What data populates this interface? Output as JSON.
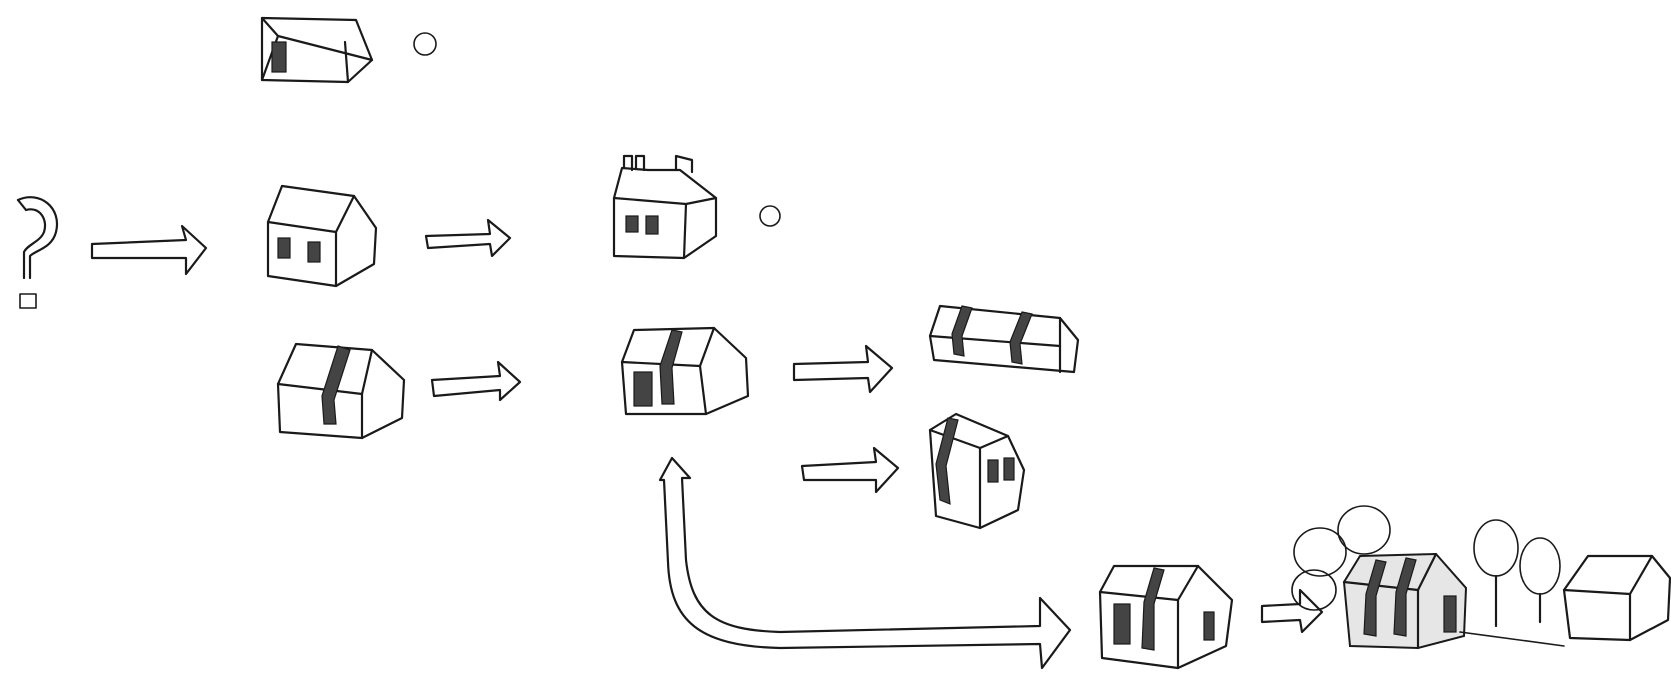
{
  "sketch": {
    "ink_color": "#1a1a1a",
    "paper_color": "#ffffff",
    "elements": [
      {
        "kind": "house",
        "variant": "flat-roof-single-window"
      },
      {
        "kind": "marker",
        "variant": "small-circle"
      },
      {
        "kind": "symbol",
        "variant": "question-mark"
      },
      {
        "kind": "arrow",
        "direction": "right"
      },
      {
        "kind": "house",
        "variant": "gable-two-windows"
      },
      {
        "kind": "arrow",
        "direction": "right"
      },
      {
        "kind": "house",
        "variant": "gable-with-chimneys"
      },
      {
        "kind": "marker",
        "variant": "small-circle"
      },
      {
        "kind": "house",
        "variant": "gable-dormer-strip"
      },
      {
        "kind": "arrow",
        "direction": "right"
      },
      {
        "kind": "house",
        "variant": "gable-double-dormer"
      },
      {
        "kind": "arrow",
        "direction": "right"
      },
      {
        "kind": "house",
        "variant": "long-terrace"
      },
      {
        "kind": "arrow",
        "direction": "right"
      },
      {
        "kind": "house",
        "variant": "rotated-gable"
      },
      {
        "kind": "arrow",
        "direction": "curved-loop"
      },
      {
        "kind": "house",
        "variant": "gable-double-dormer-side-window"
      },
      {
        "kind": "arrow",
        "direction": "right"
      },
      {
        "kind": "house",
        "variant": "textured-house-with-trees"
      },
      {
        "kind": "house",
        "variant": "plain-gable"
      }
    ]
  }
}
